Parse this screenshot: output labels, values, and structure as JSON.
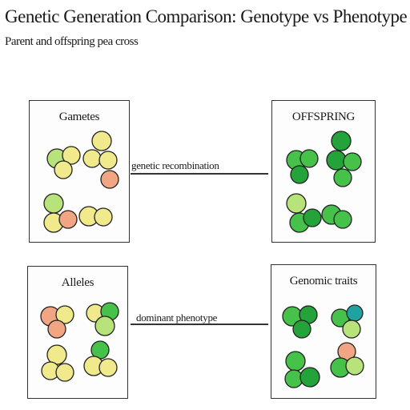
{
  "header": {
    "title_line1": "Genetic Generation Comparison: Genotype vs Phenotype",
    "title_line2": "Parent and offspring pea cross"
  },
  "panels": [
    {
      "label": "Gametes"
    },
    {
      "label": "OFFSPRING"
    },
    {
      "label": "Alleles"
    },
    {
      "label": "Genomic traits"
    }
  ],
  "connectors": [
    {
      "label": "genetic recombination"
    },
    {
      "label": "dominant phenotype"
    }
  ],
  "colors": {
    "yellow": "#f1ea8c",
    "green": "#46c24a",
    "dark_green": "#23a33a",
    "peach": "#f2a582",
    "light_green": "#b8e27a",
    "teal": "#1fa3a0"
  }
}
